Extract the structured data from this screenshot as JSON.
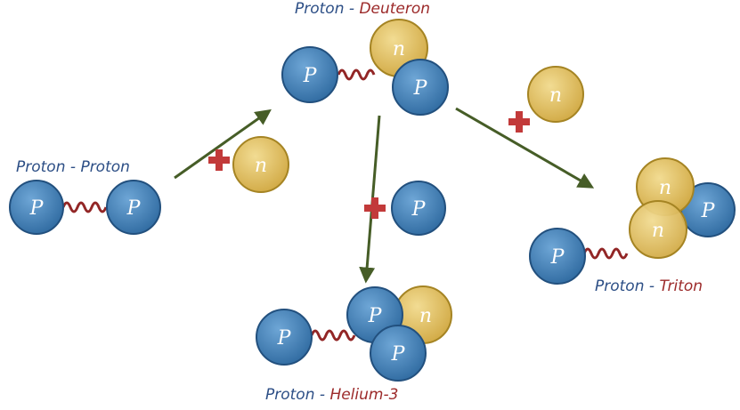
{
  "colors": {
    "proton": "#3f7fb6",
    "proton_edge": "#22507e",
    "neutron": "#e1bf63",
    "neutron_edge": "#a58423",
    "spring": "#922626",
    "arrow": "#465d27",
    "plus": "#c23a3a",
    "label_blue": "#2d4f86",
    "label_red": "#9c2a2a"
  },
  "particles": {
    "proton_symbol": "P",
    "neutron_symbol": "n"
  },
  "labels": {
    "proton_proton": {
      "first": "Proton",
      "sep": " - ",
      "second": "Proton"
    },
    "proton_deuteron": {
      "first": "Proton",
      "sep": " - ",
      "second": "Deuteron"
    },
    "proton_triton": {
      "first": "Proton",
      "sep": " - ",
      "second": "Triton"
    },
    "proton_helium3": {
      "first": "Proton",
      "sep": " - ",
      "second": "Helium-3"
    }
  }
}
